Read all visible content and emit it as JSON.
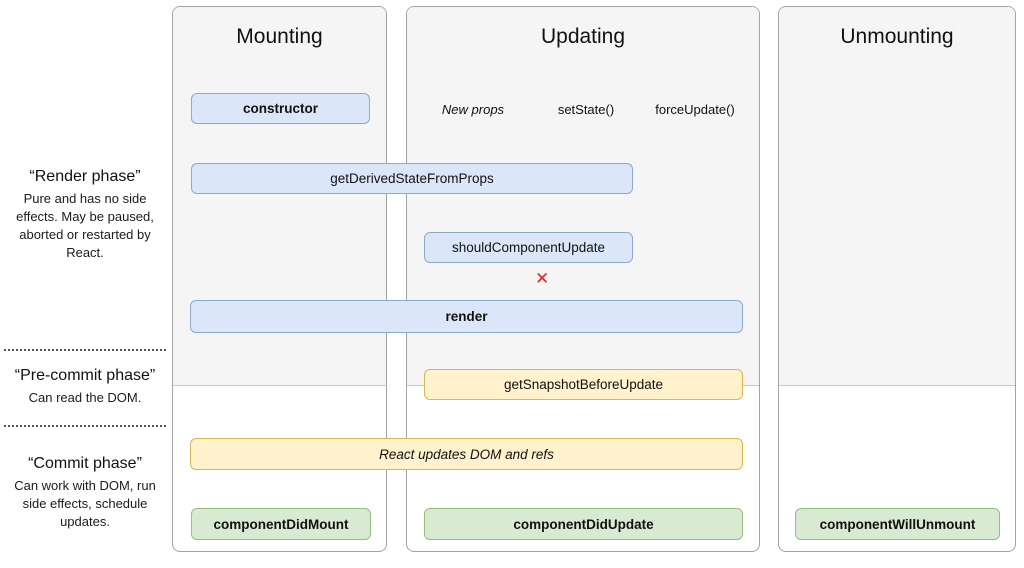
{
  "phases": [
    {
      "title": "“Render phase”",
      "description": "Pure and has no side effects. May be paused, aborted or restarted by React."
    },
    {
      "title": "“Pre-commit phase”",
      "description": "Can read the DOM."
    },
    {
      "title": "“Commit phase”",
      "description": "Can work with DOM, run side effects, schedule updates."
    }
  ],
  "columns": [
    {
      "title": "Mounting"
    },
    {
      "title": "Updating"
    },
    {
      "title": "Unmounting"
    }
  ],
  "triggers": {
    "new_props": "New props",
    "set_state": "setState()",
    "force_update": "forceUpdate()"
  },
  "boxes": {
    "constructor": "constructor",
    "get_derived_state_from_props": "getDerivedStateFromProps",
    "should_component_update": "shouldComponentUpdate",
    "render": "render",
    "get_snapshot_before_update": "getSnapshotBeforeUpdate",
    "react_updates_dom": "React updates DOM and refs",
    "component_did_mount": "componentDidMount",
    "component_did_update": "componentDidUpdate",
    "component_will_unmount": "componentWillUnmount"
  },
  "annotations": {
    "cancel_mark": "✕"
  },
  "colors": {
    "lifecycle_blue_fill": "#dbe7f8",
    "lifecycle_blue_border": "#8caacd",
    "side_effect_yellow_fill": "#fff2cc",
    "side_effect_yellow_border": "#ddb74e",
    "commit_green_fill": "#d9ead3",
    "commit_green_border": "#94bd7e",
    "cancel_red": "#e2231a",
    "column_shade": "#f5f5f5"
  }
}
